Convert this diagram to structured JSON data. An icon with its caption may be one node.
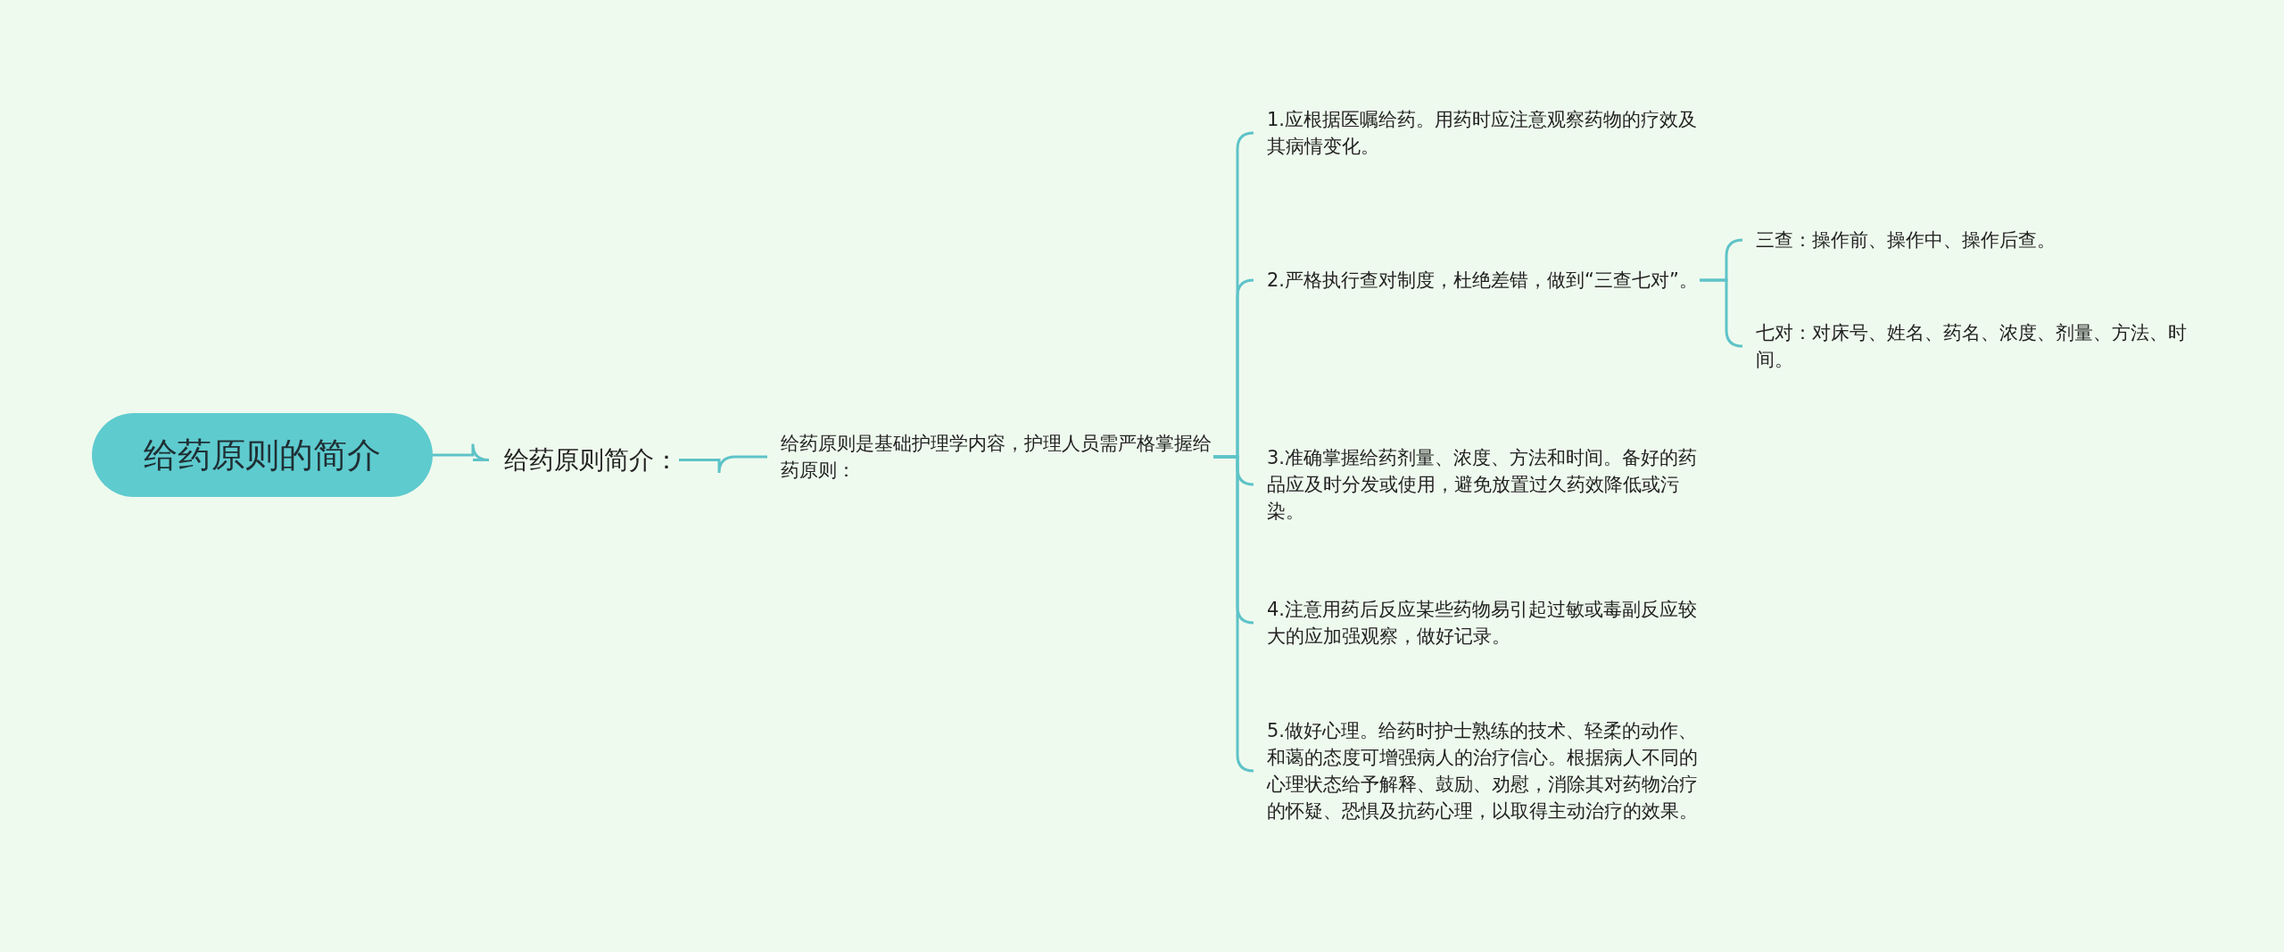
{
  "diagram": {
    "nodes": [
      {
        "text": [
          "给药原则的简介"
        ]
      },
      {
        "text": [
          "给药原则简介："
        ]
      },
      {
        "text": [
          "给药原则是基础护理学内容，护理人员需严格掌握给药原则："
        ]
      },
      {
        "text": [
          "1.应根据医嘱给药。用药时应注意观察药物的疗效及其病情变化。"
        ]
      },
      {
        "text": [
          "2.严格执行查对制度，杜绝差错，做到“三查七对”。"
        ]
      },
      {
        "text": [
          "3.准确掌握给药剂量、浓度、方法和时间。备好的药品应及时分发或使用，避免放置过久药效降低或污染。"
        ]
      },
      {
        "text": [
          "4.注意用药后反应某些药物易引起过敏或毒副反应较大的应加强观察，做好记录。"
        ]
      },
      {
        "text": [
          "5.做好心理。给药时护士熟练的技术、轻柔的动作、和蔼的态度可增强病人的治疗信心。根据病人不同的心理状态给予解释、鼓励、劝慰，消除其对药物治疗的怀疑、恐惧及抗药心理，以取得主动治疗的效果。"
        ]
      },
      {
        "text": [
          "三查：操作前、操作中、操作后查。"
        ]
      },
      {
        "text": [
          "七对：对床号、姓名、药名、浓度、剂量、方法、时间。"
        ]
      }
    ],
    "edges": [
      {
        "from": 0,
        "to": 1,
        "arrow": "none"
      },
      {
        "from": 1,
        "to": 2,
        "arrow": "none"
      },
      {
        "from": 2,
        "to": 3,
        "arrow": "none"
      },
      {
        "from": 2,
        "to": 4,
        "arrow": "none"
      },
      {
        "from": 2,
        "to": 5,
        "arrow": "none"
      },
      {
        "from": 2,
        "to": 6,
        "arrow": "none"
      },
      {
        "from": 2,
        "to": 7,
        "arrow": "none"
      },
      {
        "from": 4,
        "to": 8,
        "arrow": "none"
      },
      {
        "from": 4,
        "to": 9,
        "arrow": "none"
      }
    ]
  }
}
